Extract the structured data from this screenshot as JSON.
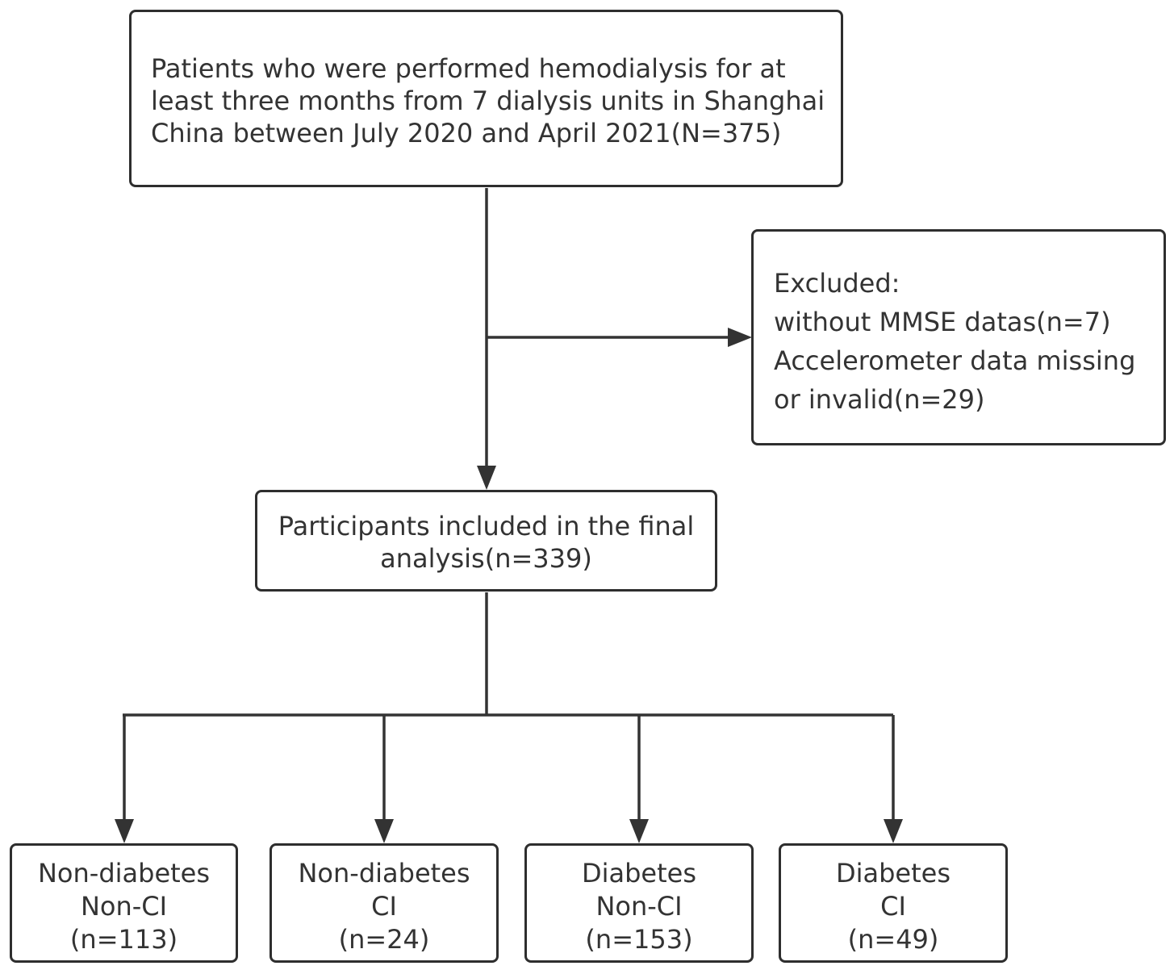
{
  "start": {
    "lines": [
      "Patients who were performed hemodialysis for at",
      "least three months from 7 dialysis units in Shanghai",
      "China between July 2020 and April 2021(N=375)"
    ]
  },
  "excluded": {
    "lines": [
      "Excluded:",
      "without MMSE datas(n=7)",
      "Accelerometer data missing",
      "or invalid(n=29)"
    ]
  },
  "final": {
    "lines": [
      "Participants included in the final",
      "analysis(n=339)"
    ]
  },
  "groups": [
    {
      "line1": "Non-diabetes",
      "line2": "Non-CI",
      "count": "(n=113)"
    },
    {
      "line1": "Non-diabetes",
      "line2": "CI",
      "count": "(n=24)"
    },
    {
      "line1": "Diabetes",
      "line2": "Non-CI",
      "count": "(n=153)"
    },
    {
      "line1": "Diabetes",
      "line2": "CI",
      "count": "(n=49)"
    }
  ],
  "colors": {
    "border": "#2e2e2e",
    "arrow": "#333333",
    "text": "#333333"
  }
}
